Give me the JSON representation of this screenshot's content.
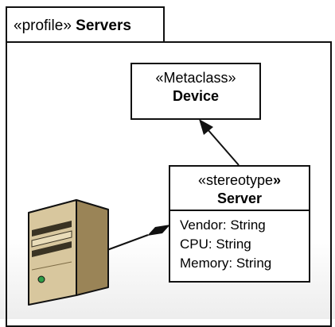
{
  "package": {
    "keyword": "«profile»",
    "name": "Servers"
  },
  "metaclass": {
    "keyword": "«Metaclass»",
    "name": "Device"
  },
  "stereotype": {
    "keyword_text": "«stereotype",
    "keyword_close": "»",
    "name": "Server",
    "attributes": [
      "Vendor: String",
      "CPU: String",
      "Memory: String"
    ]
  },
  "icon": "server-tower-icon"
}
